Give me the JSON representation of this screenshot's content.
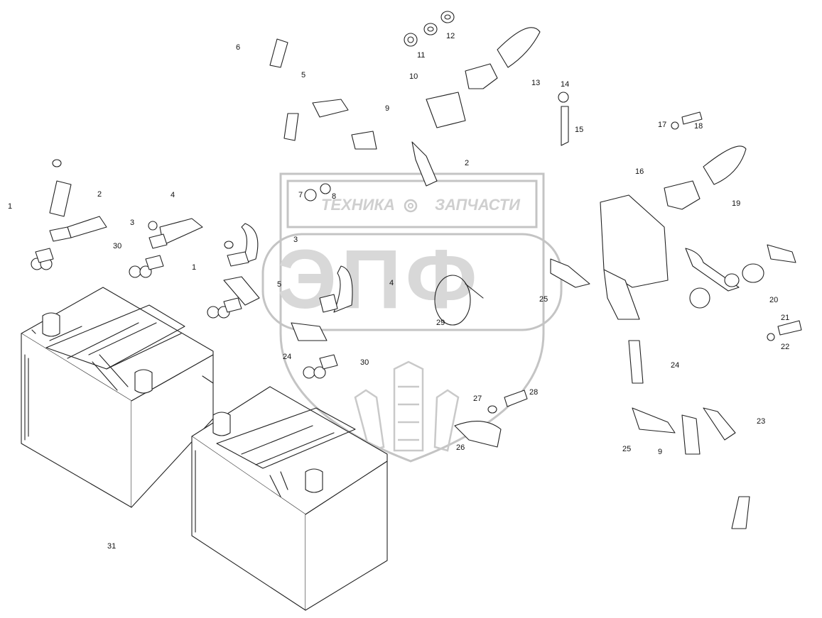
{
  "watermark": {
    "brand_left": "ТЕХНИКА",
    "brand_right": "ЗАПЧАСТИ",
    "logo_letters": "ЭПФ"
  },
  "callouts": [
    {
      "id": "c1a",
      "text": "1"
    },
    {
      "id": "c2a",
      "text": "2"
    },
    {
      "id": "c3a",
      "text": "3"
    },
    {
      "id": "c4a",
      "text": "4"
    },
    {
      "id": "c30a",
      "text": "30"
    },
    {
      "id": "c1b",
      "text": "1"
    },
    {
      "id": "c6",
      "text": "6"
    },
    {
      "id": "c5a",
      "text": "5"
    },
    {
      "id": "c11",
      "text": "11"
    },
    {
      "id": "c12",
      "text": "12"
    },
    {
      "id": "c10",
      "text": "10"
    },
    {
      "id": "c9a",
      "text": "9"
    },
    {
      "id": "c13",
      "text": "13"
    },
    {
      "id": "c14",
      "text": "14"
    },
    {
      "id": "c15",
      "text": "15"
    },
    {
      "id": "c17",
      "text": "17"
    },
    {
      "id": "c18",
      "text": "18"
    },
    {
      "id": "c2b",
      "text": "2"
    },
    {
      "id": "c16",
      "text": "16"
    },
    {
      "id": "c19",
      "text": "19"
    },
    {
      "id": "c7",
      "text": "7"
    },
    {
      "id": "c8",
      "text": "8"
    },
    {
      "id": "c3b",
      "text": "3"
    },
    {
      "id": "c5b",
      "text": "5"
    },
    {
      "id": "c4b",
      "text": "4"
    },
    {
      "id": "c29",
      "text": "29"
    },
    {
      "id": "c25a",
      "text": "25"
    },
    {
      "id": "c20",
      "text": "20"
    },
    {
      "id": "c21",
      "text": "21"
    },
    {
      "id": "c22",
      "text": "22"
    },
    {
      "id": "c24a",
      "text": "24"
    },
    {
      "id": "c30b",
      "text": "30"
    },
    {
      "id": "c24b",
      "text": "24"
    },
    {
      "id": "c27",
      "text": "27"
    },
    {
      "id": "c28",
      "text": "28"
    },
    {
      "id": "c26",
      "text": "26"
    },
    {
      "id": "c23",
      "text": "23"
    },
    {
      "id": "c25b",
      "text": "25"
    },
    {
      "id": "c9b",
      "text": "9"
    },
    {
      "id": "c31",
      "text": "31"
    }
  ]
}
